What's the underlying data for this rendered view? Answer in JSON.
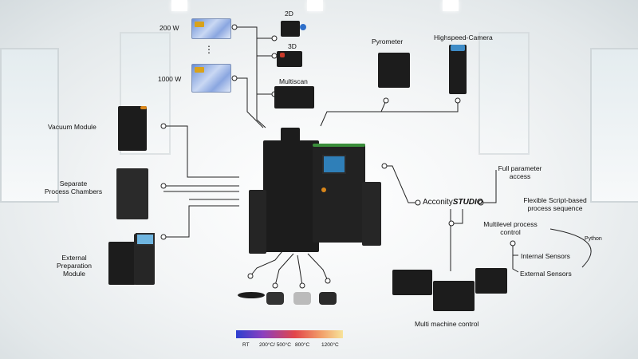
{
  "lasers": {
    "low_power": "200 W",
    "ellipsis": "⋮",
    "high_power": "1000 W"
  },
  "scanners": {
    "scan_2d": "2D",
    "scan_3d": "3D",
    "multiscan": "Multiscan"
  },
  "sensors": {
    "pyrometer": "Pyrometer",
    "highspeed_camera": "Highspeed-Camera"
  },
  "modules": {
    "vacuum": "Vacuum Module",
    "separate_chambers": [
      "Separate",
      "Process Chambers"
    ],
    "external_prep": [
      "External",
      "Preparation",
      "Module"
    ]
  },
  "software": {
    "full_param": [
      "Full parameter",
      "access"
    ],
    "studio_prefix": "Acconity",
    "studio_suffix": "STUDIO",
    "script": [
      "Flexible Script-based",
      "process sequence"
    ],
    "multilevel": [
      "Multilevel process",
      "control"
    ],
    "python": "Python",
    "internal": "Internal Sensors",
    "external": "External Sensors",
    "multi_machine": "Multi machine control"
  },
  "temperatures": {
    "rt": "RT",
    "t1": "200°C/ 500°C",
    "t2": "800°C",
    "t3": "1200°C"
  },
  "colors": {
    "machine": "#1c1c1c",
    "accent_orange": "#d9861a",
    "screen": "#2f7fb8",
    "lines": "#222222"
  }
}
